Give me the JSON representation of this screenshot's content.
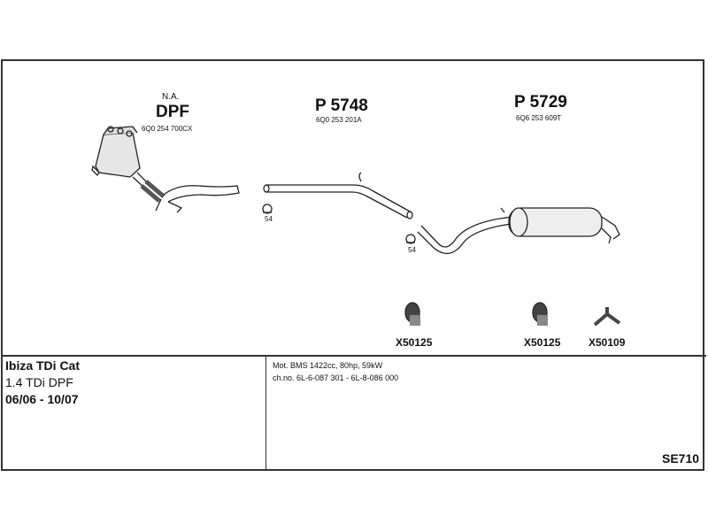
{
  "parts": {
    "dpf": {
      "note": "N.A.",
      "label": "DPF",
      "oe": "6Q0 254 700CX"
    },
    "front_pipe": {
      "label": "P 5748",
      "oe": "6Q0 253 201A"
    },
    "rear_silencer": {
      "label": "P 5729",
      "oe": "6Q6 253 609T"
    },
    "clamp_1": {
      "label": "54"
    },
    "clamp_2": {
      "label": "54"
    }
  },
  "mountings": [
    {
      "code": "X50125"
    },
    {
      "code": "X50125"
    },
    {
      "code": "X50109"
    }
  ],
  "vehicle": {
    "model": "Ibiza TDi Cat",
    "engine": "1.4 TDi DPF",
    "period": "06/06 - 10/07"
  },
  "details": {
    "motor": "Mot. BMS 1422cc, 80hp, 59kW",
    "chassis": "ch.no. 6L-6-087 301 - 6L-8-086 000"
  },
  "system_code": "SE710"
}
